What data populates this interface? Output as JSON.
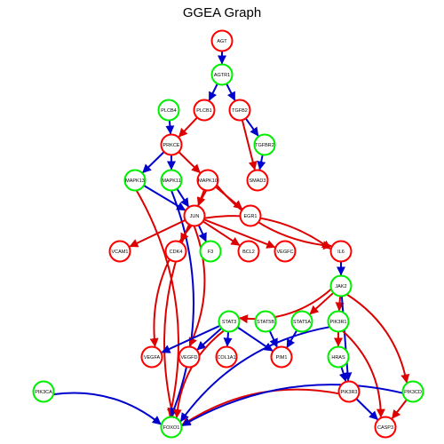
{
  "title": "GGEA Graph",
  "colors": {
    "up": "#ff0000",
    "down": "#00ee00",
    "activation_edge": "#dd0000",
    "inhibition_edge": "#0000cc"
  },
  "nodes": [
    {
      "id": "AGT",
      "label": "AGT",
      "state": "up"
    },
    {
      "id": "AGTR1",
      "label": "AGTR1",
      "state": "down"
    },
    {
      "id": "PLCB4",
      "label": "PLCB4",
      "state": "down"
    },
    {
      "id": "PLCB1",
      "label": "PLCB1",
      "state": "up"
    },
    {
      "id": "TGFB2",
      "label": "TGFB2",
      "state": "up"
    },
    {
      "id": "PRKCE",
      "label": "PRKCE",
      "state": "up"
    },
    {
      "id": "TGFBR2",
      "label": "TGFBR2",
      "state": "down"
    },
    {
      "id": "MAPK13",
      "label": "MAPK13",
      "state": "down"
    },
    {
      "id": "MAPK11",
      "label": "MAPK11",
      "state": "down"
    },
    {
      "id": "MAPK10",
      "label": "MAPK10",
      "state": "up"
    },
    {
      "id": "SMAD3",
      "label": "SMAD3",
      "state": "up"
    },
    {
      "id": "JUN",
      "label": "JUN",
      "state": "up"
    },
    {
      "id": "EGR1",
      "label": "EGR1",
      "state": "up"
    },
    {
      "id": "VCAM1",
      "label": "VCAM1",
      "state": "up"
    },
    {
      "id": "CDK4",
      "label": "CDK4",
      "state": "up"
    },
    {
      "id": "F3",
      "label": "F3",
      "state": "down"
    },
    {
      "id": "BCL2",
      "label": "BCL2",
      "state": "up"
    },
    {
      "id": "VEGFC",
      "label": "VEGFC",
      "state": "up"
    },
    {
      "id": "IL6",
      "label": "IL6",
      "state": "up"
    },
    {
      "id": "JAK2",
      "label": "JAK2",
      "state": "down"
    },
    {
      "id": "STAT3",
      "label": "STAT3",
      "state": "down"
    },
    {
      "id": "STAT5B",
      "label": "STAT5B",
      "state": "down"
    },
    {
      "id": "STAT5A",
      "label": "STAT5A",
      "state": "down"
    },
    {
      "id": "PIK3R1",
      "label": "PIK3R1",
      "state": "down"
    },
    {
      "id": "VEGFA",
      "label": "VEGFA",
      "state": "up"
    },
    {
      "id": "VEGFD",
      "label": "VEGFD",
      "state": "up"
    },
    {
      "id": "COL1A1",
      "label": "COL1A1",
      "state": "up"
    },
    {
      "id": "PIM1",
      "label": "PIM1",
      "state": "up"
    },
    {
      "id": "HRAS",
      "label": "HRAS",
      "state": "down"
    },
    {
      "id": "PIK3CA",
      "label": "PIK3CA",
      "state": "down"
    },
    {
      "id": "PIK3R3",
      "label": "PIK3R3",
      "state": "up"
    },
    {
      "id": "PIK3CD",
      "label": "PIK3CD",
      "state": "down"
    },
    {
      "id": "FOXO1",
      "label": "FOXO1",
      "state": "down"
    },
    {
      "id": "CASP3",
      "label": "CASP3",
      "state": "up"
    }
  ],
  "edges": [
    {
      "from": "AGT",
      "to": "AGTR1",
      "type": "inhibition"
    },
    {
      "from": "AGTR1",
      "to": "PLCB1",
      "type": "inhibition"
    },
    {
      "from": "AGTR1",
      "to": "TGFB2",
      "type": "inhibition"
    },
    {
      "from": "PLCB4",
      "to": "PRKCE",
      "type": "inhibition"
    },
    {
      "from": "PLCB1",
      "to": "PRKCE",
      "type": "activation"
    },
    {
      "from": "TGFB2",
      "to": "TGFBR2",
      "type": "inhibition"
    },
    {
      "from": "TGFB2",
      "to": "SMAD3",
      "type": "activation"
    },
    {
      "from": "TGFBR2",
      "to": "SMAD3",
      "type": "inhibition"
    },
    {
      "from": "PRKCE",
      "to": "MAPK13",
      "type": "inhibition"
    },
    {
      "from": "PRKCE",
      "to": "MAPK11",
      "type": "inhibition"
    },
    {
      "from": "PRKCE",
      "to": "MAPK10",
      "type": "activation"
    },
    {
      "from": "MAPK13",
      "to": "JUN",
      "type": "inhibition"
    },
    {
      "from": "MAPK11",
      "to": "JUN",
      "type": "inhibition"
    },
    {
      "from": "MAPK10",
      "to": "JUN",
      "type": "activation"
    },
    {
      "from": "MAPK10",
      "to": "EGR1",
      "type": "activation"
    },
    {
      "from": "MAPK10",
      "to": "IL6",
      "type": "activation"
    },
    {
      "from": "MAPK13",
      "to": "FOXO1",
      "type": "activation"
    },
    {
      "from": "MAPK10",
      "to": "FOXO1",
      "type": "activation"
    },
    {
      "from": "MAPK11",
      "to": "FOXO1",
      "type": "inhibition"
    },
    {
      "from": "JUN",
      "to": "VCAM1",
      "type": "activation"
    },
    {
      "from": "JUN",
      "to": "CDK4",
      "type": "activation"
    },
    {
      "from": "JUN",
      "to": "F3",
      "type": "inhibition"
    },
    {
      "from": "JUN",
      "to": "BCL2",
      "type": "activation"
    },
    {
      "from": "JUN",
      "to": "VEGFC",
      "type": "activation"
    },
    {
      "from": "JUN",
      "to": "IL6",
      "type": "activation"
    },
    {
      "from": "JUN",
      "to": "VEGFA",
      "type": "activation"
    },
    {
      "from": "JUN",
      "to": "VEGFD",
      "type": "activation"
    },
    {
      "from": "IL6",
      "to": "JAK2",
      "type": "inhibition"
    },
    {
      "from": "JAK2",
      "to": "STAT3",
      "type": "activation"
    },
    {
      "from": "JAK2",
      "to": "STAT5A",
      "type": "activation"
    },
    {
      "from": "JAK2",
      "to": "PIK3R1",
      "type": "activation"
    },
    {
      "from": "JAK2",
      "to": "PIK3R3",
      "type": "inhibition"
    },
    {
      "from": "JAK2",
      "to": "PIK3CD",
      "type": "activation"
    },
    {
      "from": "STAT3",
      "to": "VEGFA",
      "type": "inhibition"
    },
    {
      "from": "STAT3",
      "to": "VEGFD",
      "type": "inhibition"
    },
    {
      "from": "STAT3",
      "to": "COL1A1",
      "type": "inhibition"
    },
    {
      "from": "STAT3",
      "to": "PIM1",
      "type": "inhibition"
    },
    {
      "from": "STAT3",
      "to": "FOXO1",
      "type": "activation"
    },
    {
      "from": "STAT5B",
      "to": "PIM1",
      "type": "inhibition"
    },
    {
      "from": "STAT5A",
      "to": "PIM1",
      "type": "inhibition"
    },
    {
      "from": "PIK3R1",
      "to": "HRAS",
      "type": "activation"
    },
    {
      "from": "PIK3R1",
      "to": "FOXO1",
      "type": "inhibition"
    },
    {
      "from": "PIK3R1",
      "to": "CASP3",
      "type": "activation"
    },
    {
      "from": "HRAS",
      "to": "PIK3R3",
      "type": "inhibition"
    },
    {
      "from": "PIK3CA",
      "to": "FOXO1",
      "type": "inhibition"
    },
    {
      "from": "PIK3R3",
      "to": "FOXO1",
      "type": "activation"
    },
    {
      "from": "PIK3R3",
      "to": "CASP3",
      "type": "inhibition"
    },
    {
      "from": "PIK3CD",
      "to": "FOXO1",
      "type": "inhibition"
    },
    {
      "from": "PIK3CD",
      "to": "CASP3",
      "type": "activation"
    }
  ]
}
